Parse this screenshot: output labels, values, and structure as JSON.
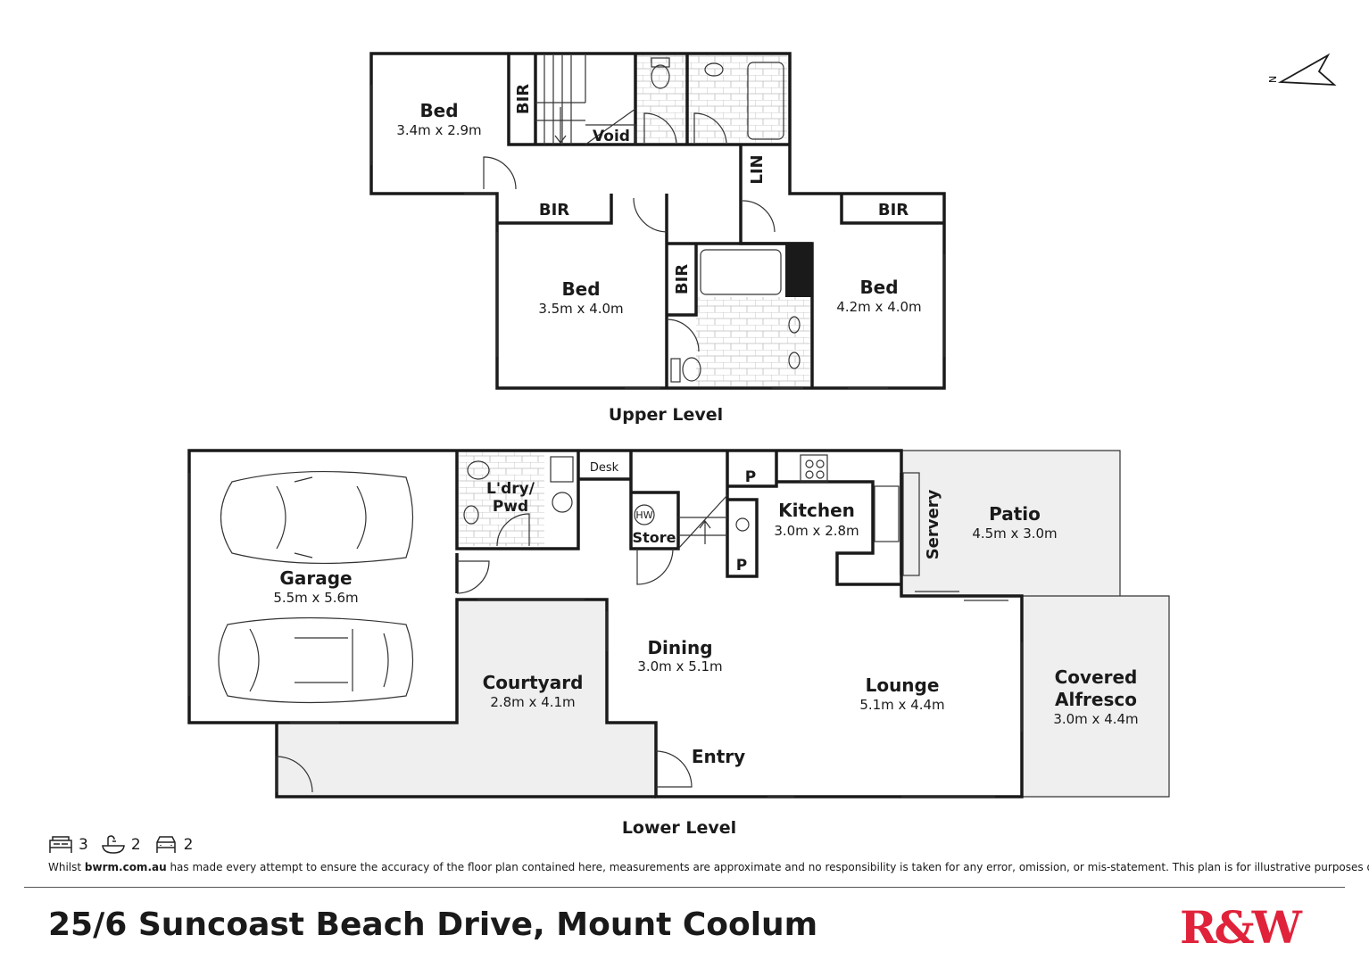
{
  "upper_level": {
    "label": "Upper Level",
    "rooms": [
      {
        "name": "Bed",
        "size": "3.4m x 2.9m"
      },
      {
        "name": "Bed",
        "size": "3.5m x 4.0m"
      },
      {
        "name": "Bed",
        "size": "4.2m x 4.0m"
      }
    ],
    "labels": {
      "bir": "BIR",
      "void": "Void",
      "lin": "LIN"
    }
  },
  "lower_level": {
    "label": "Lower Level",
    "rooms": [
      {
        "name": "Garage",
        "size": "5.5m x 5.6m"
      },
      {
        "name": "Kitchen",
        "size": "3.0m x 2.8m"
      },
      {
        "name": "Patio",
        "size": "4.5m x 3.0m"
      },
      {
        "name": "Dining",
        "size": "3.0m x 5.1m"
      },
      {
        "name": "Courtyard",
        "size": "2.8m x 4.1m"
      },
      {
        "name": "Lounge",
        "size": "5.1m x 4.4m"
      },
      {
        "name": "Covered Alfresco",
        "size": "3.0m x 4.4m"
      }
    ],
    "labels": {
      "laundry": "L'dry/",
      "pwd": "Pwd",
      "desk": "Desk",
      "hw": "HW",
      "store": "Store",
      "pantry": "P",
      "servery": "Servery",
      "entry": "Entry",
      "alfresco_1": "Covered",
      "alfresco_2": "Alfresco"
    }
  },
  "compass": {
    "label": "N",
    "icon": "north-arrow-icon"
  },
  "summary": {
    "bedrooms": "3",
    "bathrooms": "2",
    "car_spaces": "2",
    "icons": [
      "bed-icon",
      "bath-icon",
      "car-icon"
    ]
  },
  "disclaimer": {
    "prefix": "Whilst ",
    "site": "bwrm.com.au",
    "suffix": " has made every attempt to ensure the accuracy of the floor plan contained here, measurements are approximate and no responsibility is taken for any error, omission, or mis-statement. This plan is for illustrative purposes only."
  },
  "address": "25/6 Suncoast Beach Drive, Mount Coolum",
  "logo": {
    "text": "R&W",
    "color": "#e0223a"
  }
}
